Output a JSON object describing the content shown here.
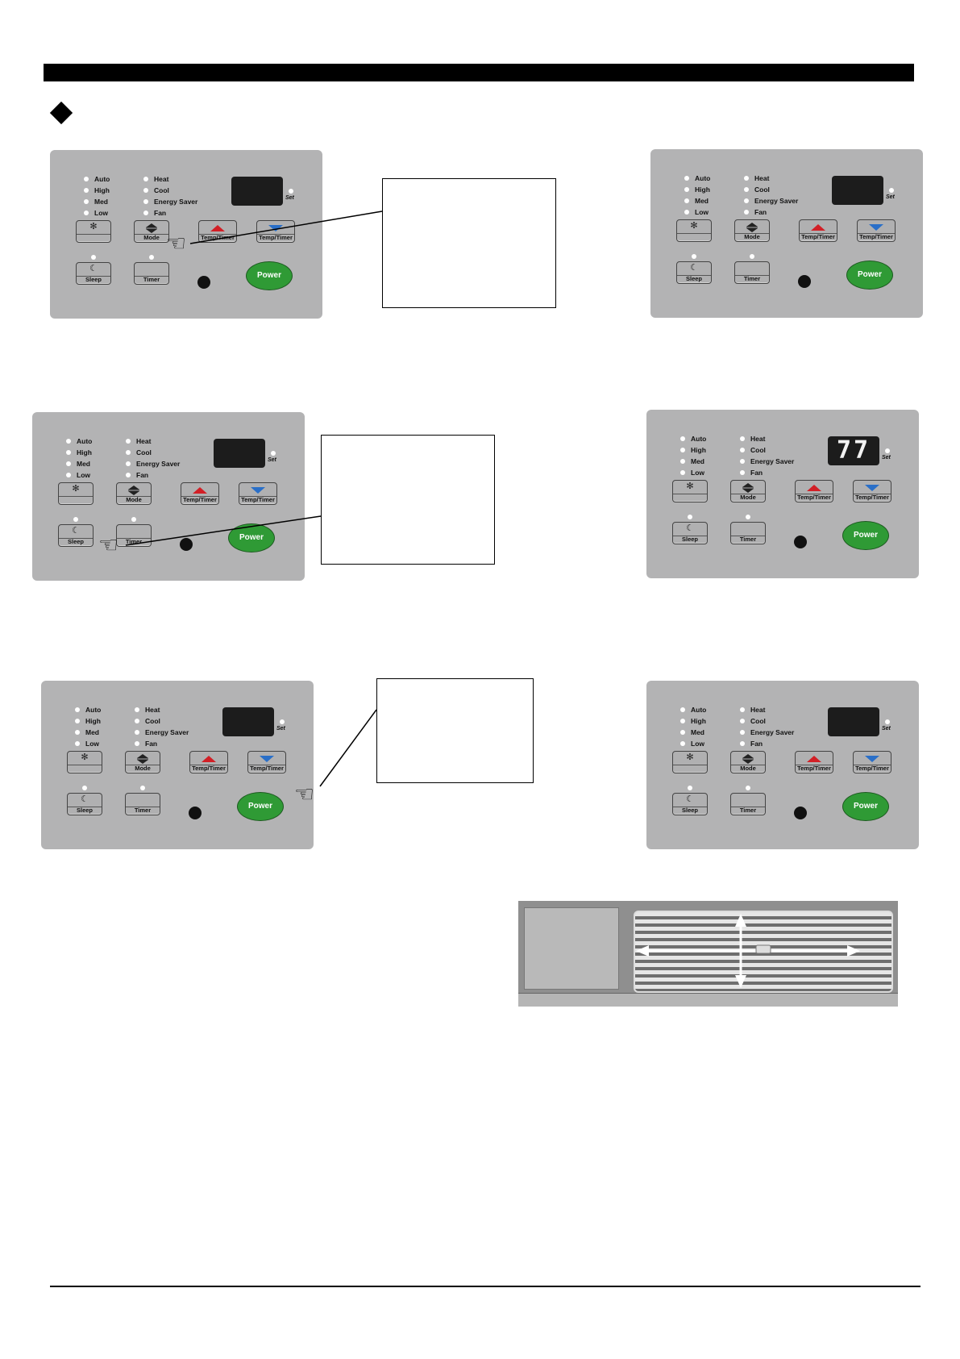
{
  "panel": {
    "fan_speeds": [
      "Auto",
      "High",
      "Med",
      "Low"
    ],
    "modes": [
      "Heat",
      "Cool",
      "Energy Saver",
      "Fan"
    ],
    "set_label": "Set",
    "buttons": {
      "mode": "Mode",
      "temp_up": "Temp/Timer",
      "temp_down": "Temp/Timer",
      "sleep": "Sleep",
      "timer": "Timer",
      "power": "Power"
    }
  },
  "panels": [
    {
      "display": ""
    },
    {
      "display": ""
    },
    {
      "display": ""
    },
    {
      "display": "77"
    },
    {
      "display": ""
    },
    {
      "display": ""
    }
  ],
  "colors": {
    "panel_bg": "#b3b3b4",
    "power_green": "#2f9a35",
    "arrow_up_red": "#d21f26",
    "arrow_down_blue": "#2a6fc8"
  },
  "icons": [
    "fan-icon",
    "mode-arrows-icon",
    "up-arrow-icon",
    "down-arrow-icon",
    "moon-icon",
    "pointing-hand-icon",
    "diamond-bullet-icon"
  ]
}
